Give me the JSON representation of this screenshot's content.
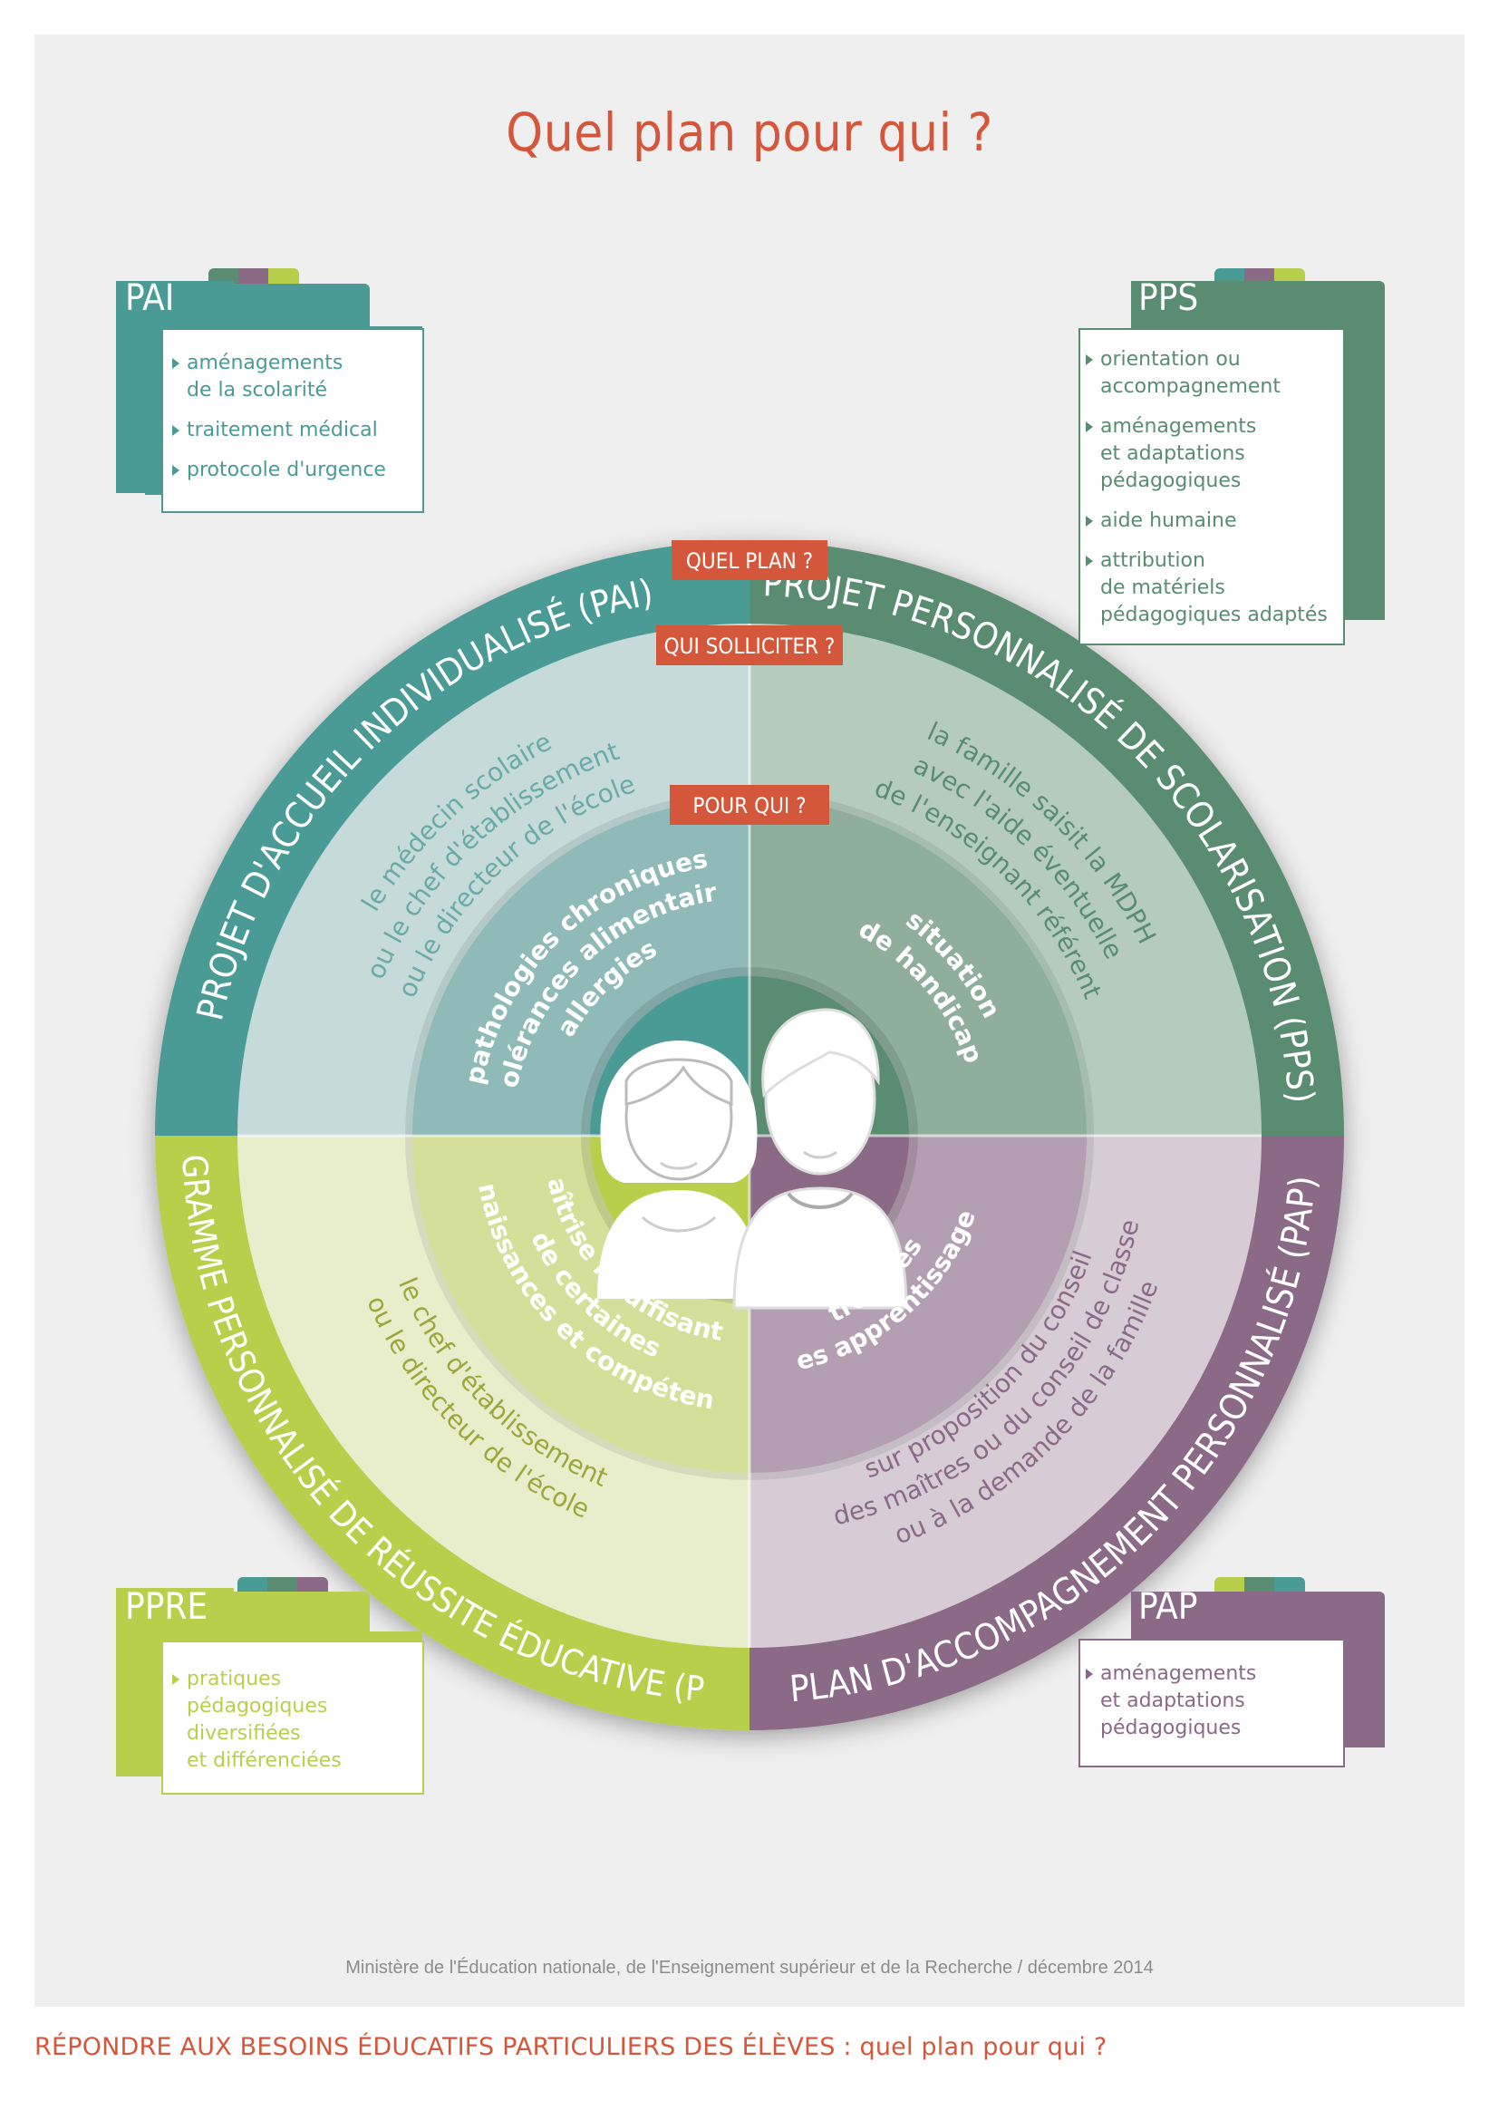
{
  "title": "Quel plan pour qui ?",
  "footer": {
    "credit": "Ministère de l'Éducation nationale, de l'Enseignement supérieur et de la Recherche / décembre 2014",
    "title": "RÉPONDRE AUX BESOINS ÉDUCATIFS PARTICULIERS DES ÉLÈVES : quel plan pour qui ?"
  },
  "colors": {
    "pai": "#4a9b96",
    "pps": "#5a8c72",
    "ppre": "#b8cf4c",
    "pap": "#8a6a86",
    "accent": "#d5573b"
  },
  "labels": {
    "quel_plan": "QUEL PLAN ?",
    "qui_solliciter": "QUI SOLLICITER ?",
    "pour_qui": "POUR QUI ?"
  },
  "diagram": {
    "quadrants": {
      "pai": {
        "ring_label": "PROJET D'ACCUEIL INDIVIDUALISÉ (PAI)",
        "who_lines": [
          "le médecin scolaire",
          "ou le chef d'établissement",
          "ou le directeur de l'école"
        ],
        "for_lines": [
          "pathologies chroniques",
          "intolérances alimentaires",
          "allergies"
        ]
      },
      "pps": {
        "ring_label": "PROJET PERSONNALISÉ DE SCOLARISATION (PPS)",
        "who_lines": [
          "la famille saisit la MDPH",
          "avec l'aide éventuelle",
          "de l'enseignant référent"
        ],
        "for_lines": [
          "situation",
          "de handicap"
        ]
      },
      "ppre": {
        "ring_label": "PROGRAMME PERSONNALISÉ DE RÉUSSITE ÉDUCATIVE (PPRE)",
        "who_lines": [
          "le chef d'établissement",
          "ou le directeur de l'école"
        ],
        "for_lines": [
          "maîtrise insuffisante",
          "de certaines",
          "connaissances et compétences"
        ]
      },
      "pap": {
        "ring_label": "PLAN D'ACCOMPAGNEMENT PERSONNALISÉ (PAP)",
        "who_lines": [
          "sur proposition du conseil",
          "des maîtres ou du conseil de classe",
          "ou à la demande de la famille"
        ],
        "for_lines": [
          "troubles",
          "des apprentissages"
        ]
      }
    }
  },
  "cards": {
    "pai": {
      "title": "PAI",
      "items": [
        "aménagements\nde la scolarité",
        "traitement médical",
        "protocole d'urgence"
      ]
    },
    "pps": {
      "title": "PPS",
      "items": [
        "orientation ou\naccompagnement",
        "aménagements\net adaptations\npédagogiques",
        "aide humaine",
        "attribution\nde matériels\npédagogiques adaptés"
      ]
    },
    "ppre": {
      "title": "PPRE",
      "items": [
        "pratiques\npédagogiques\ndiversifiées\net différenciées"
      ]
    },
    "pap": {
      "title": "PAP",
      "items": [
        "aménagements\net adaptations\npédagogiques"
      ]
    }
  }
}
